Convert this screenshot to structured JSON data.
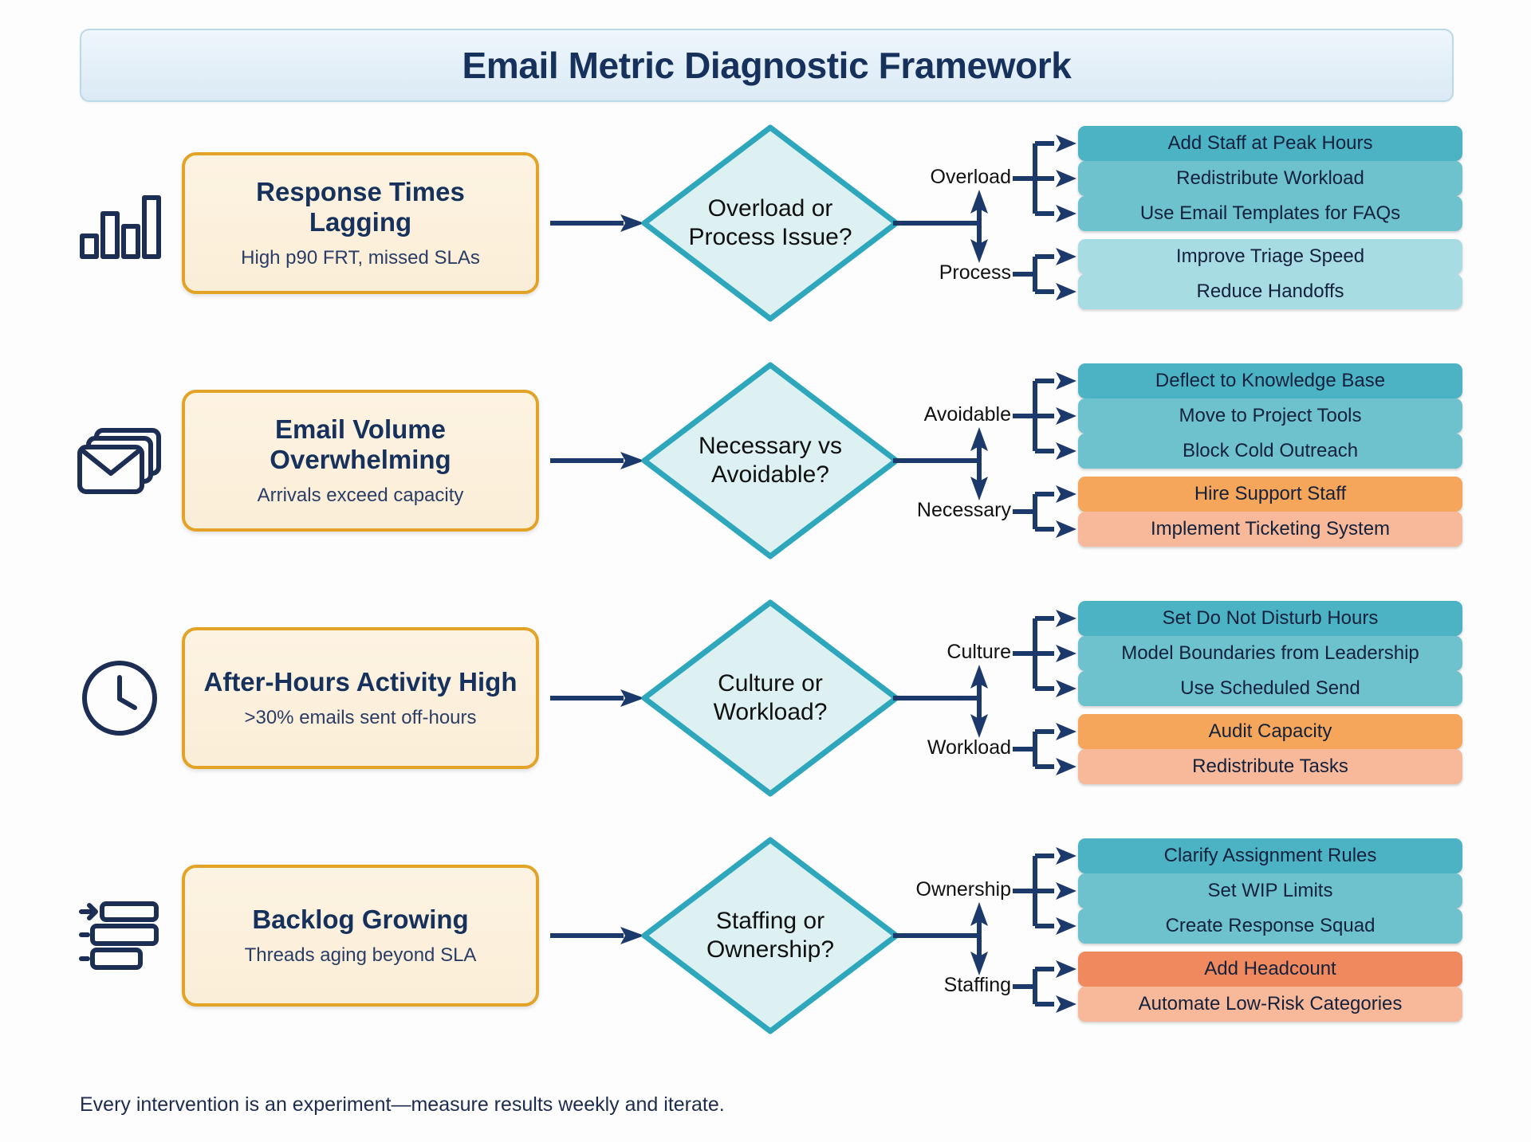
{
  "title": "Email Metric Diagnostic Framework",
  "footer": "Every intervention is an experiment—measure results weekly and iterate.",
  "theme": {
    "title_text": "#16325c",
    "banner_bg": "#e5f0f8",
    "banner_border": "#bcd9e8",
    "card_bg": "#fbeed8",
    "card_border": "#e2a327",
    "diamond_fill": "#ddf1f3",
    "diamond_border": "#2ea7bd",
    "arrow": "#1b3a6b",
    "teal_dark": "#4cb3c4",
    "teal_mid": "#6dc2cd",
    "teal_light": "#a8dce3",
    "orange_dark": "#f6a65a",
    "orange_light": "#f7b99a",
    "orange_deep": "#f0895e"
  },
  "rows": [
    {
      "icon": "bar-chart-icon",
      "problem_title": "Response Times Lagging",
      "problem_sub": "High p90 FRT, missed SLAs",
      "decision": "Overload or Process Issue?",
      "decision_line1": "Overload or",
      "decision_line2": "Process Issue?",
      "branch_top_label": "Overload",
      "branch_bottom_label": "Process",
      "actions_top": [
        {
          "label": "Add Staff at Peak Hours",
          "color": "#4cb3c4"
        },
        {
          "label": "Redistribute Workload",
          "color": "#6dc2cd"
        },
        {
          "label": "Use Email Templates for FAQs",
          "color": "#6dc2cd"
        }
      ],
      "actions_bottom": [
        {
          "label": "Improve Triage Speed",
          "color": "#a8dce3"
        },
        {
          "label": "Reduce Handoffs",
          "color": "#a8dce3"
        }
      ]
    },
    {
      "icon": "stacked-envelopes-icon",
      "problem_title": "Email Volume Overwhelming",
      "problem_sub": "Arrivals exceed capacity",
      "decision": "Necessary vs Avoidable?",
      "decision_line1": "Necessary vs",
      "decision_line2": "Avoidable?",
      "branch_top_label": "Avoidable",
      "branch_bottom_label": "Necessary",
      "actions_top": [
        {
          "label": "Deflect to Knowledge Base",
          "color": "#4cb3c4"
        },
        {
          "label": "Move to Project Tools",
          "color": "#6dc2cd"
        },
        {
          "label": "Block Cold Outreach",
          "color": "#6dc2cd"
        }
      ],
      "actions_bottom": [
        {
          "label": "Hire Support Staff",
          "color": "#f6a65a"
        },
        {
          "label": "Implement Ticketing System",
          "color": "#f7b99a"
        }
      ]
    },
    {
      "icon": "clock-icon",
      "problem_title": "After-Hours Activity High",
      "problem_sub": ">30% emails sent off-hours",
      "decision": "Culture or Workload?",
      "decision_line1": "Culture or",
      "decision_line2": "Workload?",
      "branch_top_label": "Culture",
      "branch_bottom_label": "Workload",
      "actions_top": [
        {
          "label": "Set Do Not Disturb Hours",
          "color": "#4cb3c4"
        },
        {
          "label": "Model Boundaries from Leadership",
          "color": "#6dc2cd"
        },
        {
          "label": "Use Scheduled Send",
          "color": "#6dc2cd"
        }
      ],
      "actions_bottom": [
        {
          "label": "Audit Capacity",
          "color": "#f6a65a"
        },
        {
          "label": "Redistribute Tasks",
          "color": "#f7b99a"
        }
      ]
    },
    {
      "icon": "backlog-queue-icon",
      "problem_title": "Backlog Growing",
      "problem_sub": "Threads aging beyond SLA",
      "decision": "Staffing or Ownership?",
      "decision_line1": "Staffing or",
      "decision_line2": "Ownership?",
      "branch_top_label": "Ownership",
      "branch_bottom_label": "Staffing",
      "actions_top": [
        {
          "label": "Clarify Assignment Rules",
          "color": "#4cb3c4"
        },
        {
          "label": "Set WIP Limits",
          "color": "#6dc2cd"
        },
        {
          "label": "Create Response Squad",
          "color": "#6dc2cd"
        }
      ],
      "actions_bottom": [
        {
          "label": "Add Headcount",
          "color": "#f0895e"
        },
        {
          "label": "Automate Low-Risk Categories",
          "color": "#f7b99a"
        }
      ]
    }
  ]
}
